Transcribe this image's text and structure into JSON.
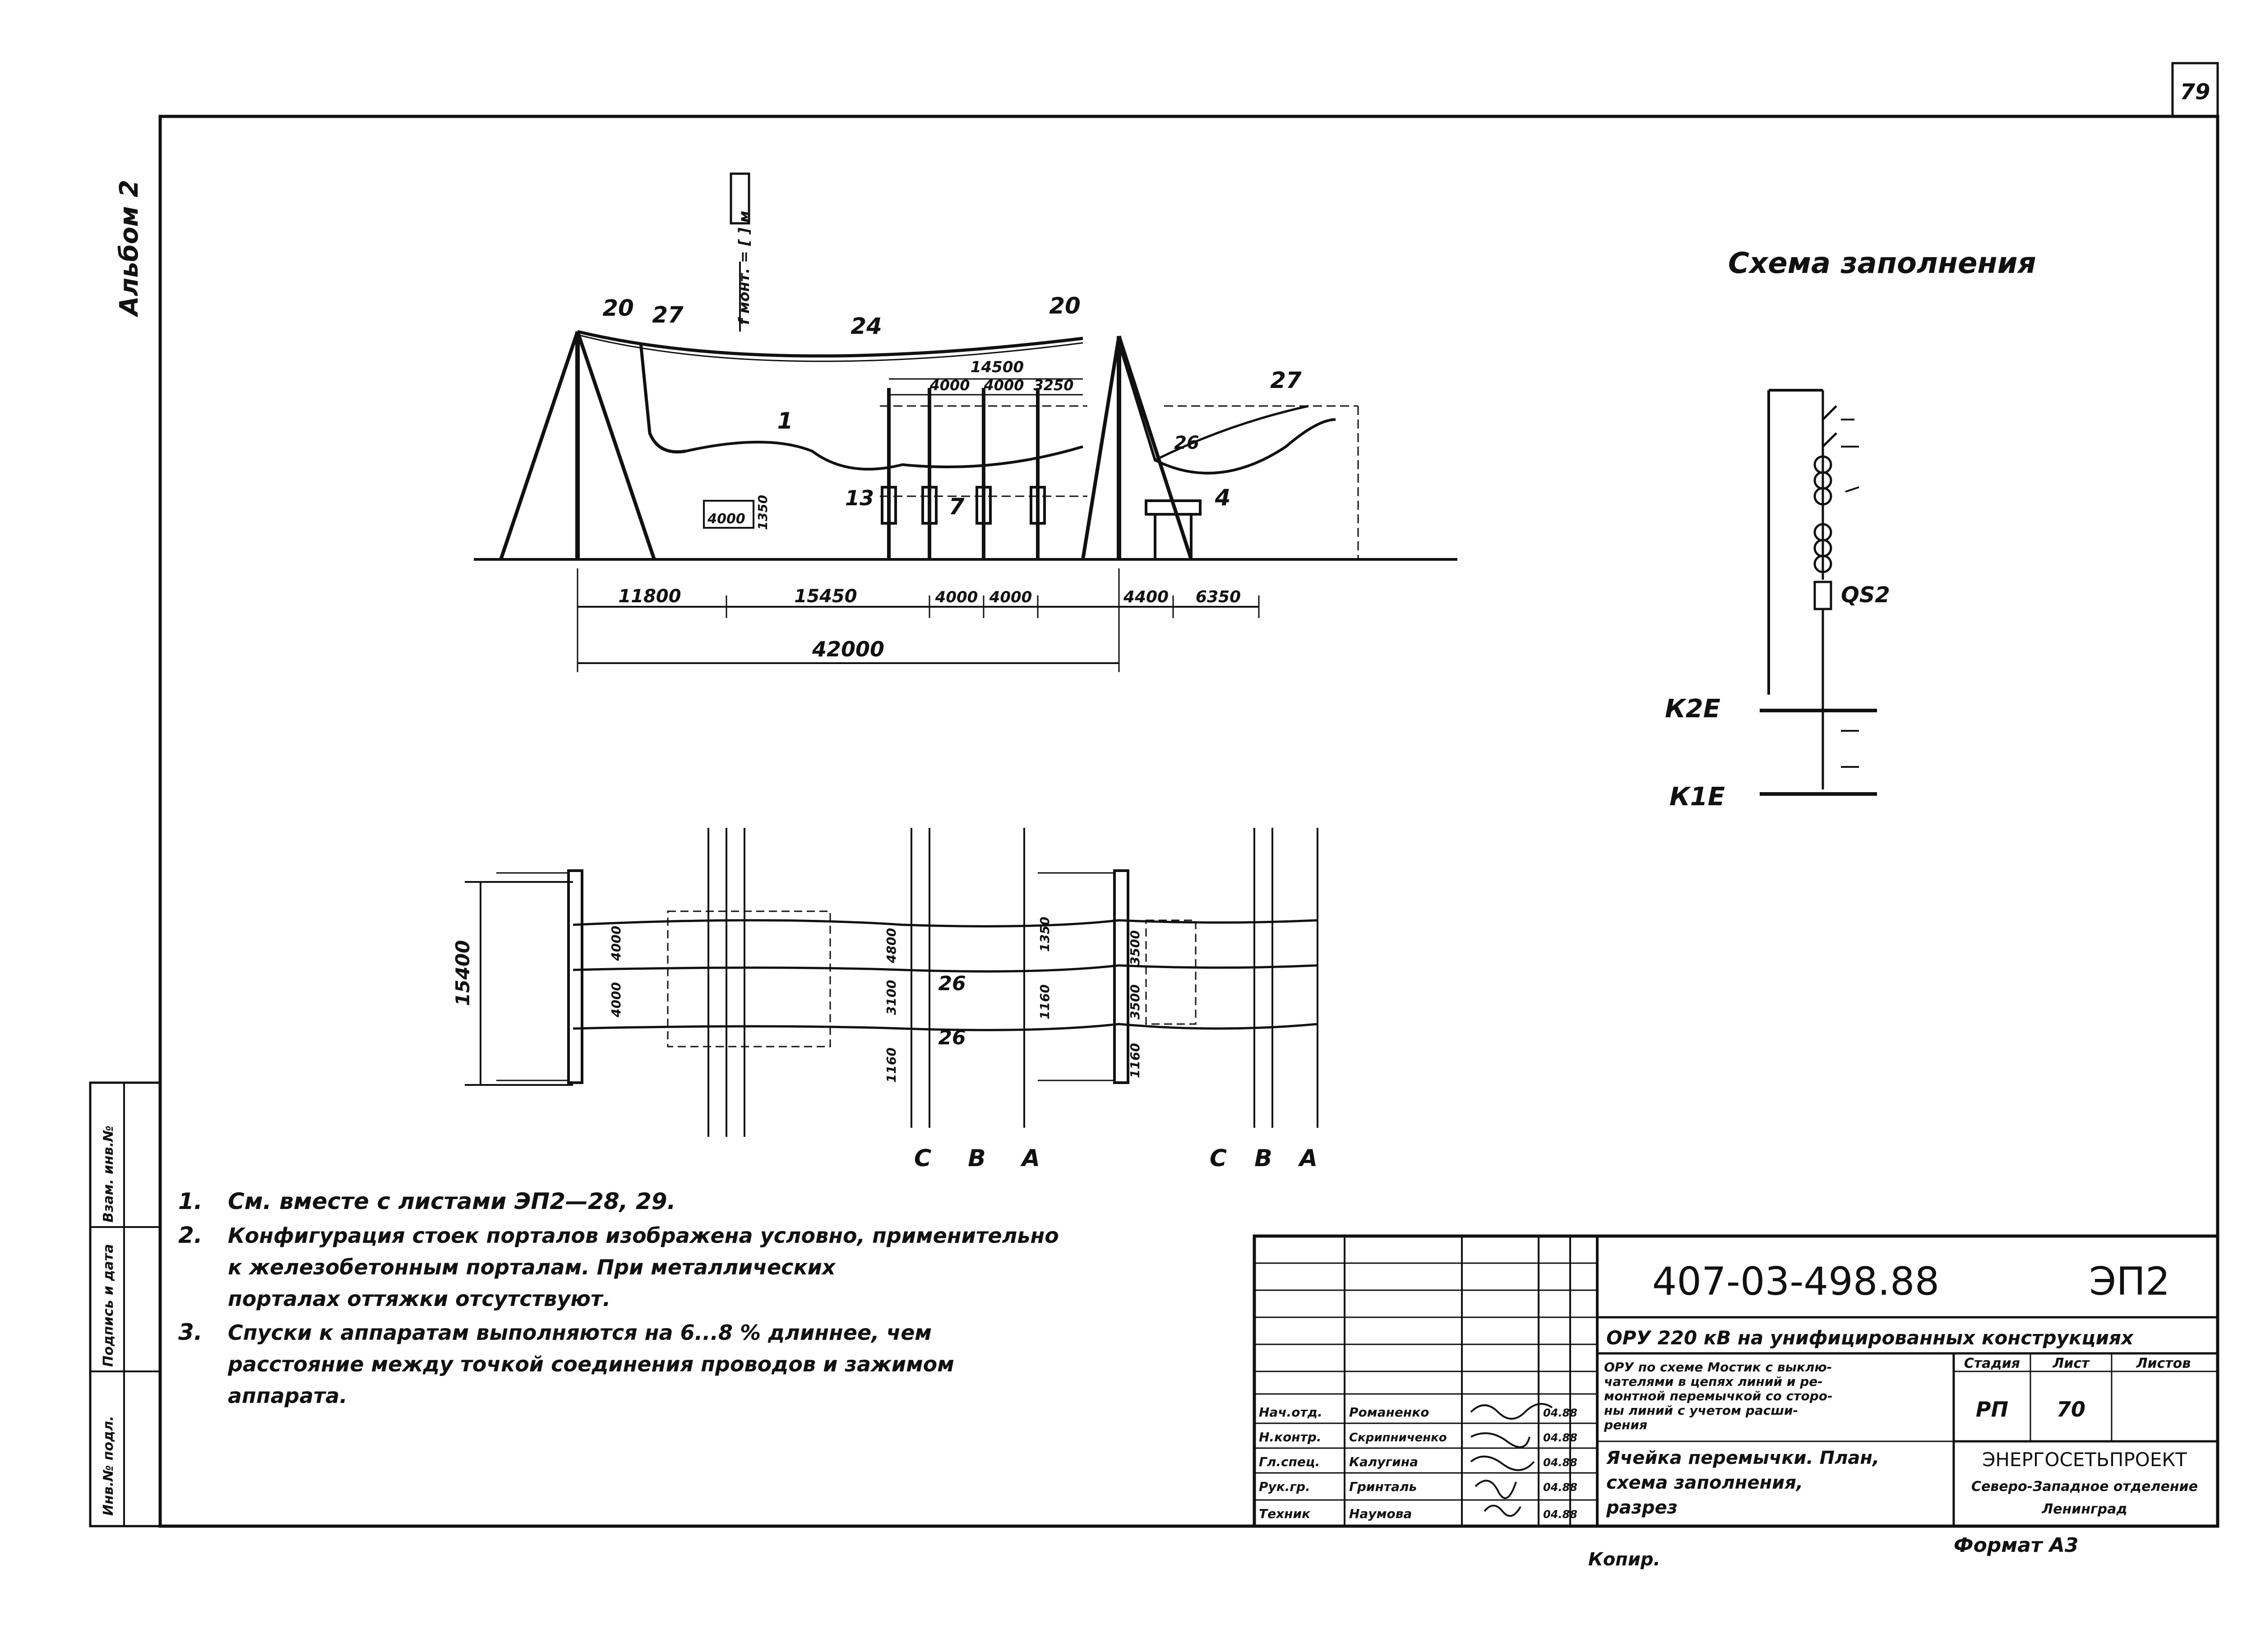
{
  "sheet_number": "79",
  "album_label": "Альбом 2",
  "side_stamp": {
    "cells": [
      "Инв.№ подл.",
      "Подпись и дата",
      "Взам. инв.№"
    ]
  },
  "section_drawing": {
    "mount_label": "f монт. = [   ] м",
    "callouts": [
      "20",
      "27",
      "24",
      "20",
      "27",
      "1",
      "13",
      "7",
      "26",
      "4"
    ],
    "top_dims": [
      "14500",
      "4000",
      "4000",
      "3250"
    ],
    "inner_dims": [
      "4000",
      "1350"
    ],
    "bottom_dims": [
      "11800",
      "15450",
      "4000",
      "4000",
      "4400",
      "6350"
    ],
    "total_dim": "42000"
  },
  "plan_drawing": {
    "left_dim": "15400",
    "dims": [
      "4000",
      "4000",
      "4800",
      "3100",
      "1160",
      "1350",
      "1160",
      "3500",
      "3500",
      "1160"
    ],
    "callouts": [
      "26",
      "26"
    ],
    "phase_labels_left": [
      "С",
      "В",
      "А"
    ],
    "phase_labels_right": [
      "С",
      "В",
      "А"
    ]
  },
  "fill_scheme": {
    "title": "Схема заполнения",
    "qs_label": "QS2",
    "bus_labels": [
      "К2Е",
      "К1Е"
    ]
  },
  "notes": [
    {
      "num": "1.",
      "lines": [
        "См. вместе с листами ЭП2—28, 29."
      ]
    },
    {
      "num": "2.",
      "lines": [
        "Конфигурация стоек порталов изображена условно, применительно",
        "к железобетонным порталам. При металлических",
        "порталах оттяжки отсутствуют."
      ]
    },
    {
      "num": "3.",
      "lines": [
        "Спуски к аппаратам выполняются на 6...8 % длиннее, чем",
        "расстояние между точкой соединения проводов и зажимом",
        "аппарата."
      ]
    }
  ],
  "title_block": {
    "doc_code": "407-03-498.88",
    "sheet_code": "ЭП2",
    "object_title": "ОРУ 220 кВ на унифицированных конструкциях",
    "scheme_desc": [
      "ОРУ по схеме Мостик с выклю-",
      "чателями в цепях линий и ре-",
      "монтной перемычкой со сторо-",
      "ны линий с учетом расши-",
      "рения"
    ],
    "drawing_title": [
      "Ячейка перемычки. План,",
      "схема заполнения,",
      "разрез"
    ],
    "stage_header": "Стадия",
    "sheet_header": "Лист",
    "sheets_header": "Листов",
    "stage_value": "РП",
    "sheet_value": "70",
    "org_name": [
      "ЭНЕРГОСЕТЬПРОЕКТ",
      "Северо-Западное отделение",
      "Ленинград"
    ],
    "staff": [
      {
        "role": "Нач.отд.",
        "name": "Романенко",
        "date": "04.88"
      },
      {
        "role": "Н.контр.",
        "name": "Скрипниченко",
        "date": "04.88"
      },
      {
        "role": "Гл.спец.",
        "name": "Калугина",
        "date": "04.88"
      },
      {
        "role": "Рук.гр.",
        "name": "Гринталь",
        "date": "04.88"
      },
      {
        "role": "Техник",
        "name": "Наумова",
        "date": "04.88"
      }
    ]
  },
  "footer": {
    "copied": "Копир.",
    "format": "Формат А3"
  }
}
